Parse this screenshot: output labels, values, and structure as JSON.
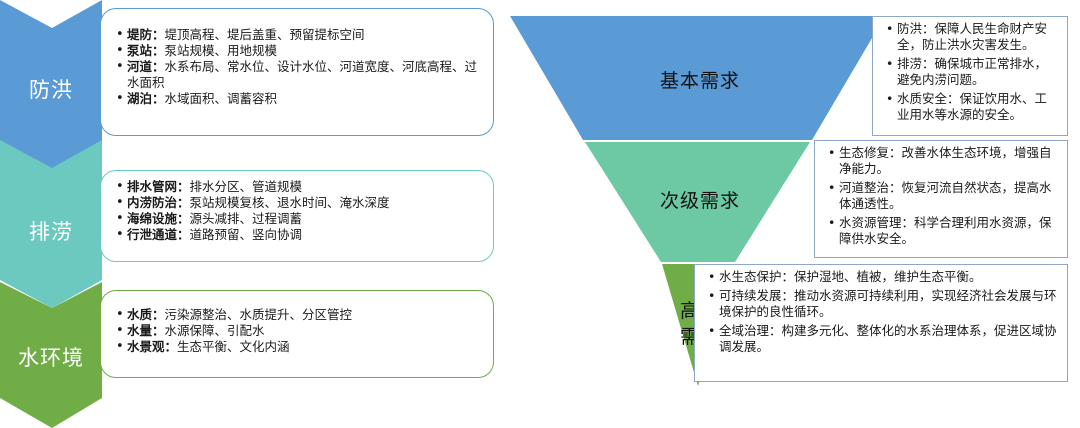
{
  "left_panel": [
    {
      "label": "防洪",
      "color": "#5b9bd5",
      "items": [
        {
          "key": "堤防：",
          "text": "堤顶高程、堤后盖重、预留提标空间"
        },
        {
          "key": "泵站：",
          "text": "泵站规模、用地规模"
        },
        {
          "key": "河道：",
          "text": "水系布局、常水位、设计水位、河道宽度、河底高程、过水面积"
        },
        {
          "key": "湖泊：",
          "text": "水域面积、调蓄容积"
        }
      ]
    },
    {
      "label": "排涝",
      "color": "#6cc9c0",
      "items": [
        {
          "key": "排水管网：",
          "text": "排水分区、管道规模"
        },
        {
          "key": "内涝防治：",
          "text": "泵站规模复核、退水时间、淹水深度"
        },
        {
          "key": "海绵设施：",
          "text": "源头减排、过程调蓄"
        },
        {
          "key": "行泄通道：",
          "text": "道路预留、竖向协调"
        }
      ]
    },
    {
      "label": "水环境",
      "color": "#70ad47",
      "items": [
        {
          "key": "水质：",
          "text": "污染源整治、水质提升、分区管控"
        },
        {
          "key": "水量：",
          "text": "水源保障、引配水"
        },
        {
          "key": "水景观：",
          "text": "生态平衡、文化内涵"
        }
      ]
    }
  ],
  "pyramid": [
    {
      "label": "基本需求",
      "color": "#5b9bd5",
      "notes": [
        "防洪：保障人民生命财产安全，防止洪水灾害发生。",
        "排涝：确保城市正常排水，避免内涝问题。",
        "水质安全：保证饮用水、工业用水等水源的安全。"
      ]
    },
    {
      "label": "次级需求",
      "color": "#6cc9a4",
      "notes": [
        "生态修复：改善水体生态环境，增强自净能力。",
        "河道整治：恢复河流自然状态，提高水体通透性。",
        "水资源管理：科学合理利用水资源，保障供水安全。"
      ]
    },
    {
      "label": "高级需求",
      "label_lines": [
        "高级",
        "需求"
      ],
      "color": "#70ad47",
      "notes": [
        "水生态保护：保护湿地、植被，维护生态平衡。",
        "可持续发展：推动水资源可持续利用，实现经济社会发展与环境保护的良性循环。",
        "全域治理：构建多元化、整体化的水系治理体系，促进区域协调发展。"
      ]
    }
  ]
}
